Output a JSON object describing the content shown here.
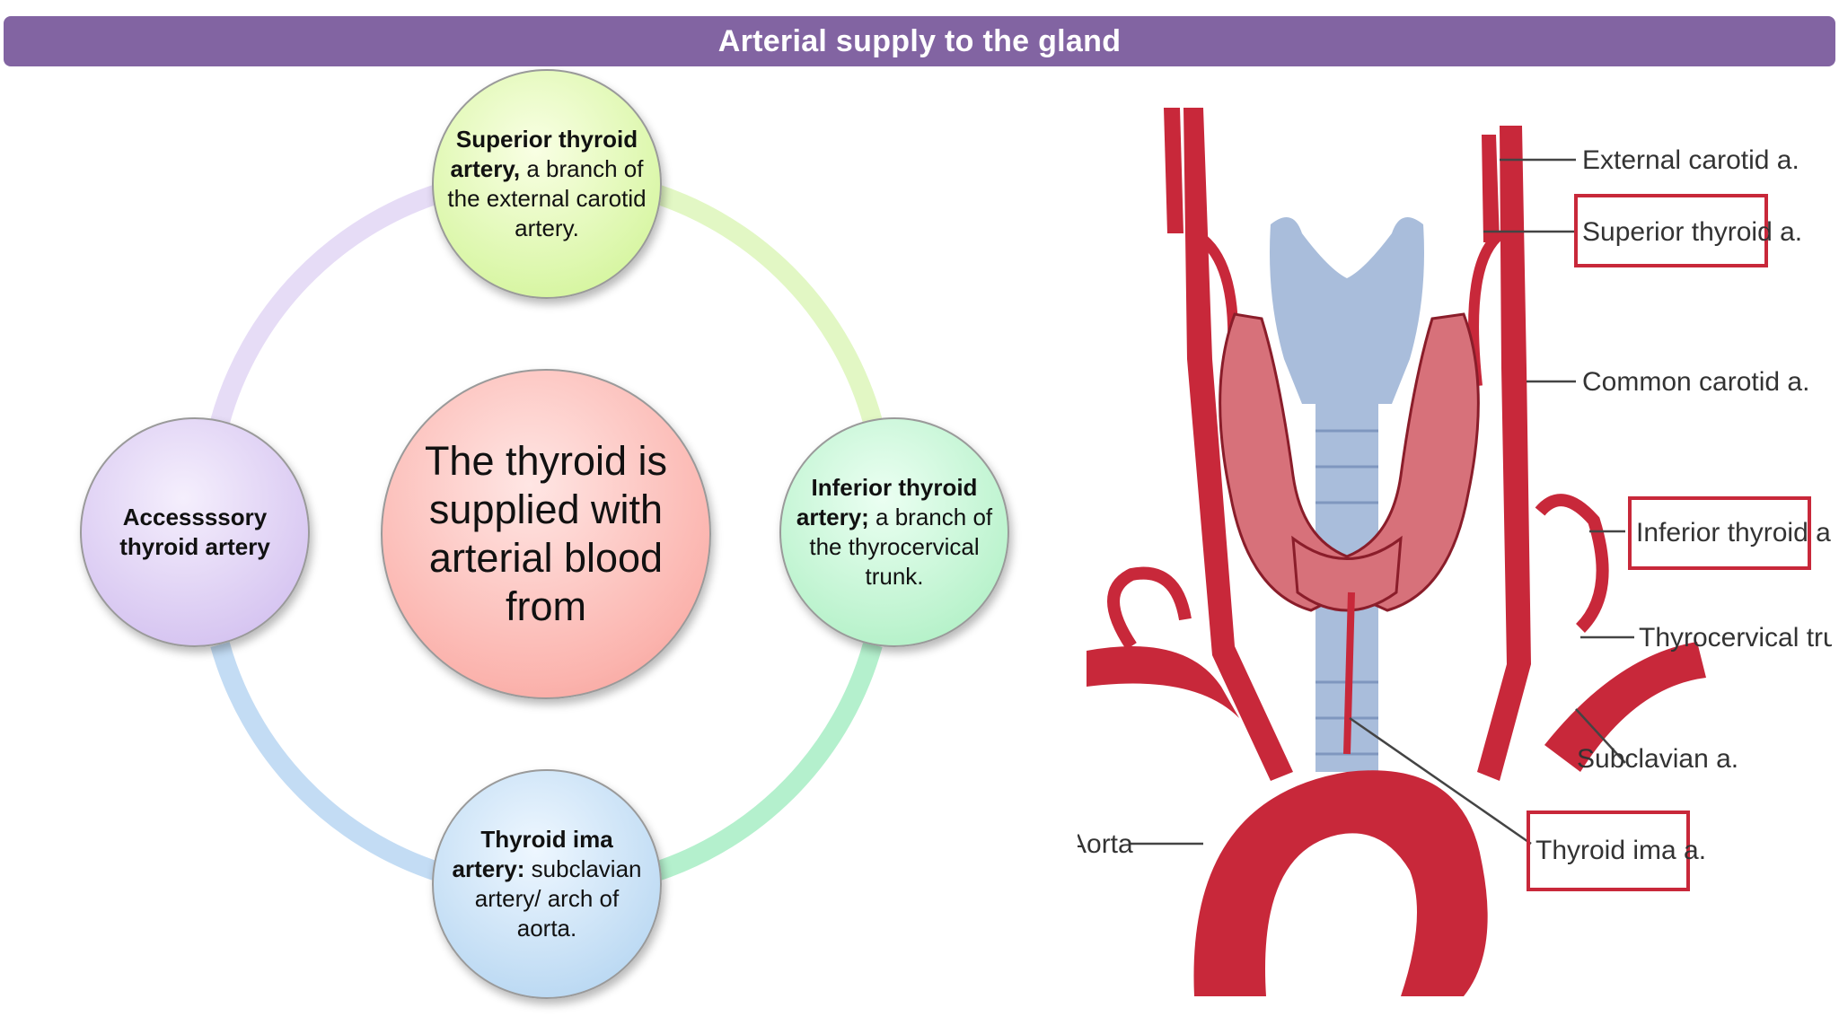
{
  "title": "Arterial supply to the gland",
  "cycle": {
    "center": "The thyroid is supplied with arterial blood from",
    "top": {
      "bold": "Superior thyroid artery,",
      "rest": " a branch of  the external carotid artery."
    },
    "right": {
      "bold": "Inferior thyroid artery;",
      "rest": " a branch of  the thyrocervical trunk."
    },
    "bottom": {
      "bold": "Thyroid ima artery:",
      "rest": " subclavian artery/ arch of aorta."
    },
    "left": {
      "bold": "Accessssory thyroid artery",
      "rest": ""
    }
  },
  "anatomy": {
    "labels": {
      "external_carotid": "External carotid a.",
      "superior_thyroid": "Superior thyroid a.",
      "common_carotid": "Common carotid a.",
      "inferior_thyroid": "Inferior thyroid a.",
      "thyrocervical": "Thyrocervical trunk",
      "subclavian": "Subclavian a.",
      "thyroid_ima": "Thyroid ima a.",
      "aorta": "Aorta"
    },
    "colors": {
      "artery": "#c8283a",
      "gland": "#d7717a",
      "cartilage": "#a9bddb",
      "highlight_box": "#c8283a"
    }
  }
}
